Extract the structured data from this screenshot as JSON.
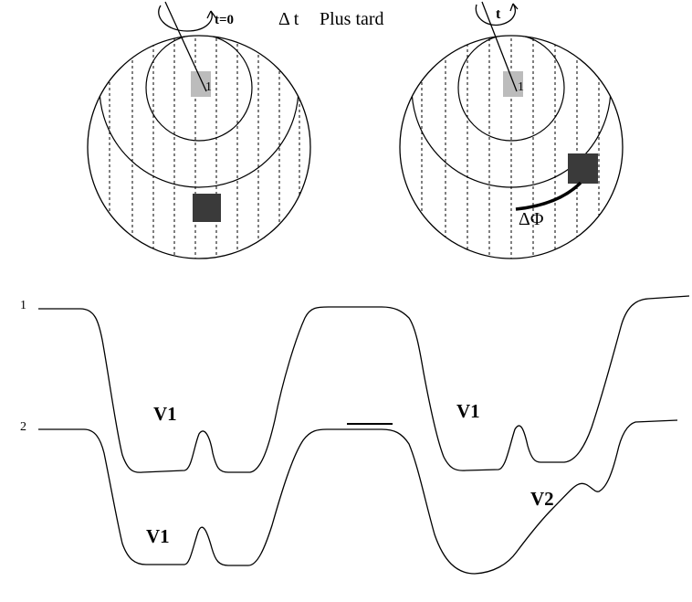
{
  "header": {
    "t0_label": "t=0",
    "delta_t_label": "Δ t",
    "later_label": "Plus tard",
    "t_label": "t"
  },
  "disk_left": {
    "source_label": "1"
  },
  "disk_right": {
    "source_label": "1",
    "phase_label": "ΔΦ"
  },
  "traces": {
    "trace1_label": "1",
    "trace2_label": "2",
    "dip_label_a": "V1",
    "dip_label_b": "V1",
    "dip_label_c": "V1",
    "dip_label_d": "V2"
  },
  "colors": {
    "ink": "#000000",
    "source_square": "#bcbcbc",
    "target_square": "#3a3a3a",
    "background": "#ffffff"
  }
}
